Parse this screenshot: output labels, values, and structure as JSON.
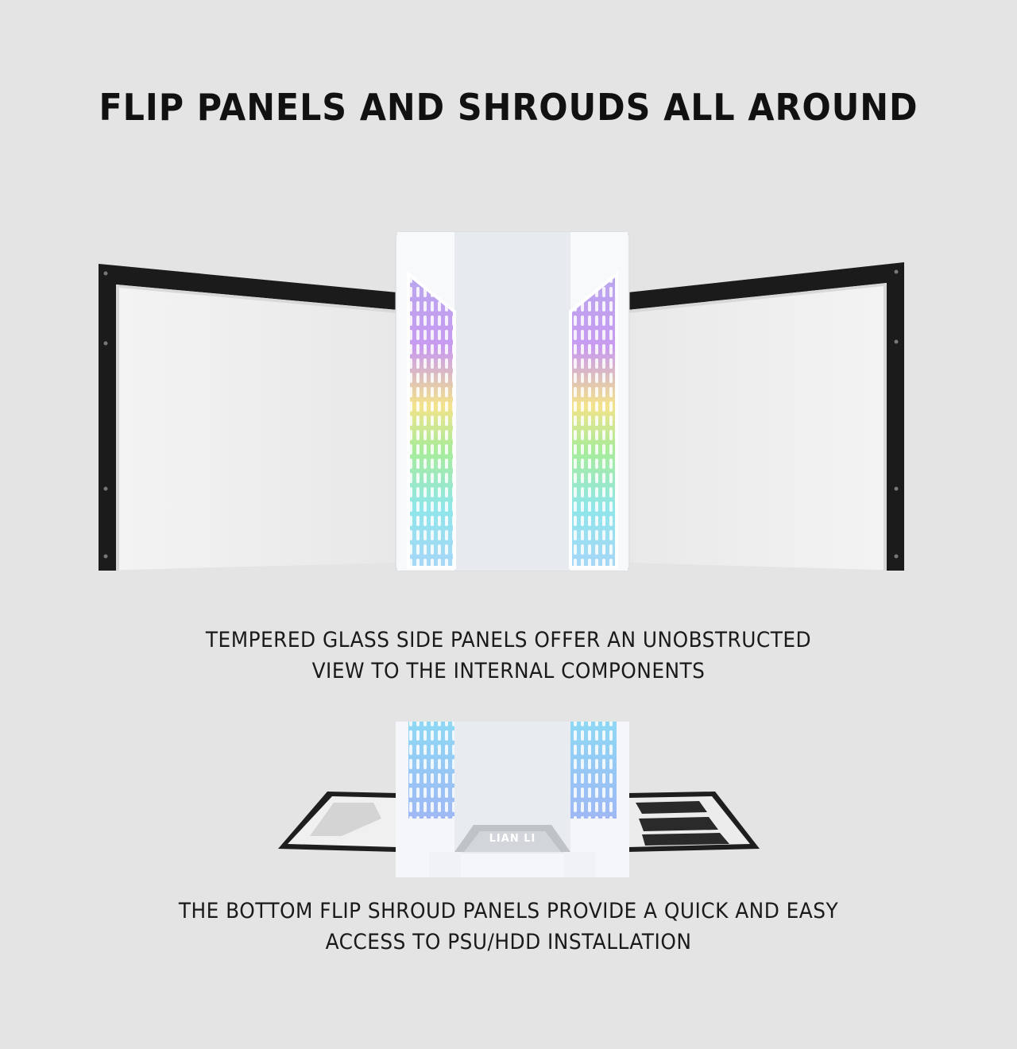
{
  "headline": "FLIP PANELS AND SHROUDS ALL AROUND",
  "section_glass": {
    "caption_line1": "TEMPERED GLASS SIDE PANELS OFFER AN UNOBSTRUCTED",
    "caption_line2": "VIEW TO THE INTERNAL COMPONENTS"
  },
  "section_shroud": {
    "caption_line1": "THE BOTTOM FLIP SHROUD PANELS PROVIDE A QUICK AND EASY",
    "caption_line2": "ACCESS TO PSU/HDD INSTALLATION",
    "logo_text": "LIAN LI"
  },
  "colors": {
    "background": "#e4e4e4",
    "text": "#111111",
    "case_body": "#eef0f3",
    "panel_frame": "#1b1b1b"
  }
}
